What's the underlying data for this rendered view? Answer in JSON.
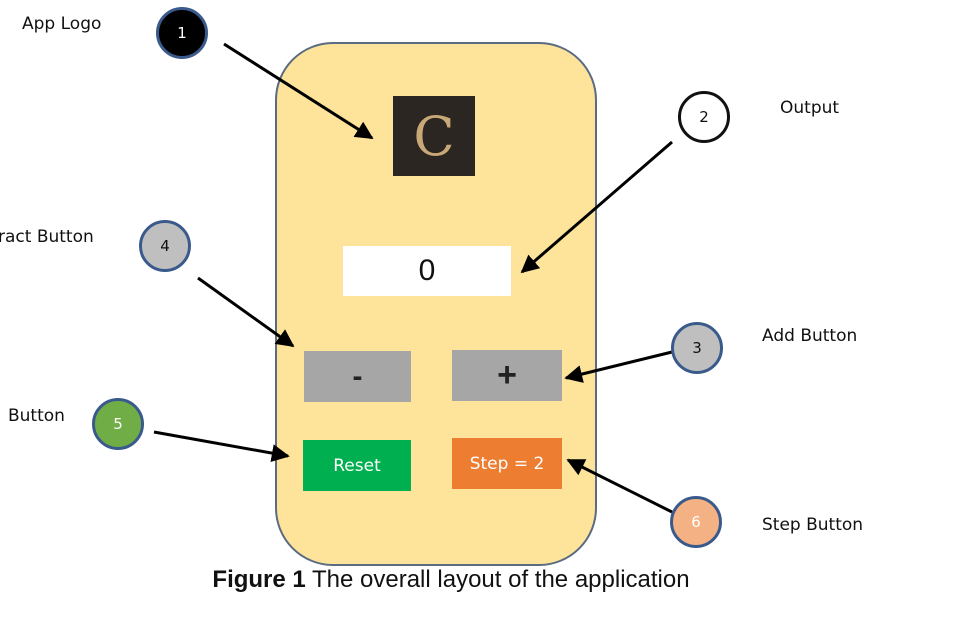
{
  "callouts": [
    {
      "number": "1",
      "label": "App Logo",
      "badge_color": "#000000",
      "text_color": "#ffffff"
    },
    {
      "number": "2",
      "label": "Output",
      "badge_color": "#ffffff",
      "text_color": "#111111"
    },
    {
      "number": "3",
      "label": "Add Button",
      "badge_color": "#bfbfbf",
      "text_color": "#111111"
    },
    {
      "number": "4",
      "label": "ract  Button",
      "badge_color": "#bfbfbf",
      "text_color": "#111111"
    },
    {
      "number": "5",
      "label": "Button",
      "badge_color": "#70ad47",
      "text_color": "#ffffff"
    },
    {
      "number": "6",
      "label": "Step  Button",
      "badge_color": "#f4b183",
      "text_color": "#ffffff"
    }
  ],
  "app": {
    "logo_letter": "C",
    "output_value": "0",
    "subtract_label": "-",
    "add_label": "+",
    "reset_label": "Reset",
    "step_label": "Step = 2",
    "colors": {
      "background": "#fde49a",
      "gray_button": "#a6a6a6",
      "reset_button": "#00b050",
      "step_button": "#ed7d31"
    }
  },
  "caption": {
    "prefix": "Figure 1",
    "text": " The overall layout of the application"
  }
}
